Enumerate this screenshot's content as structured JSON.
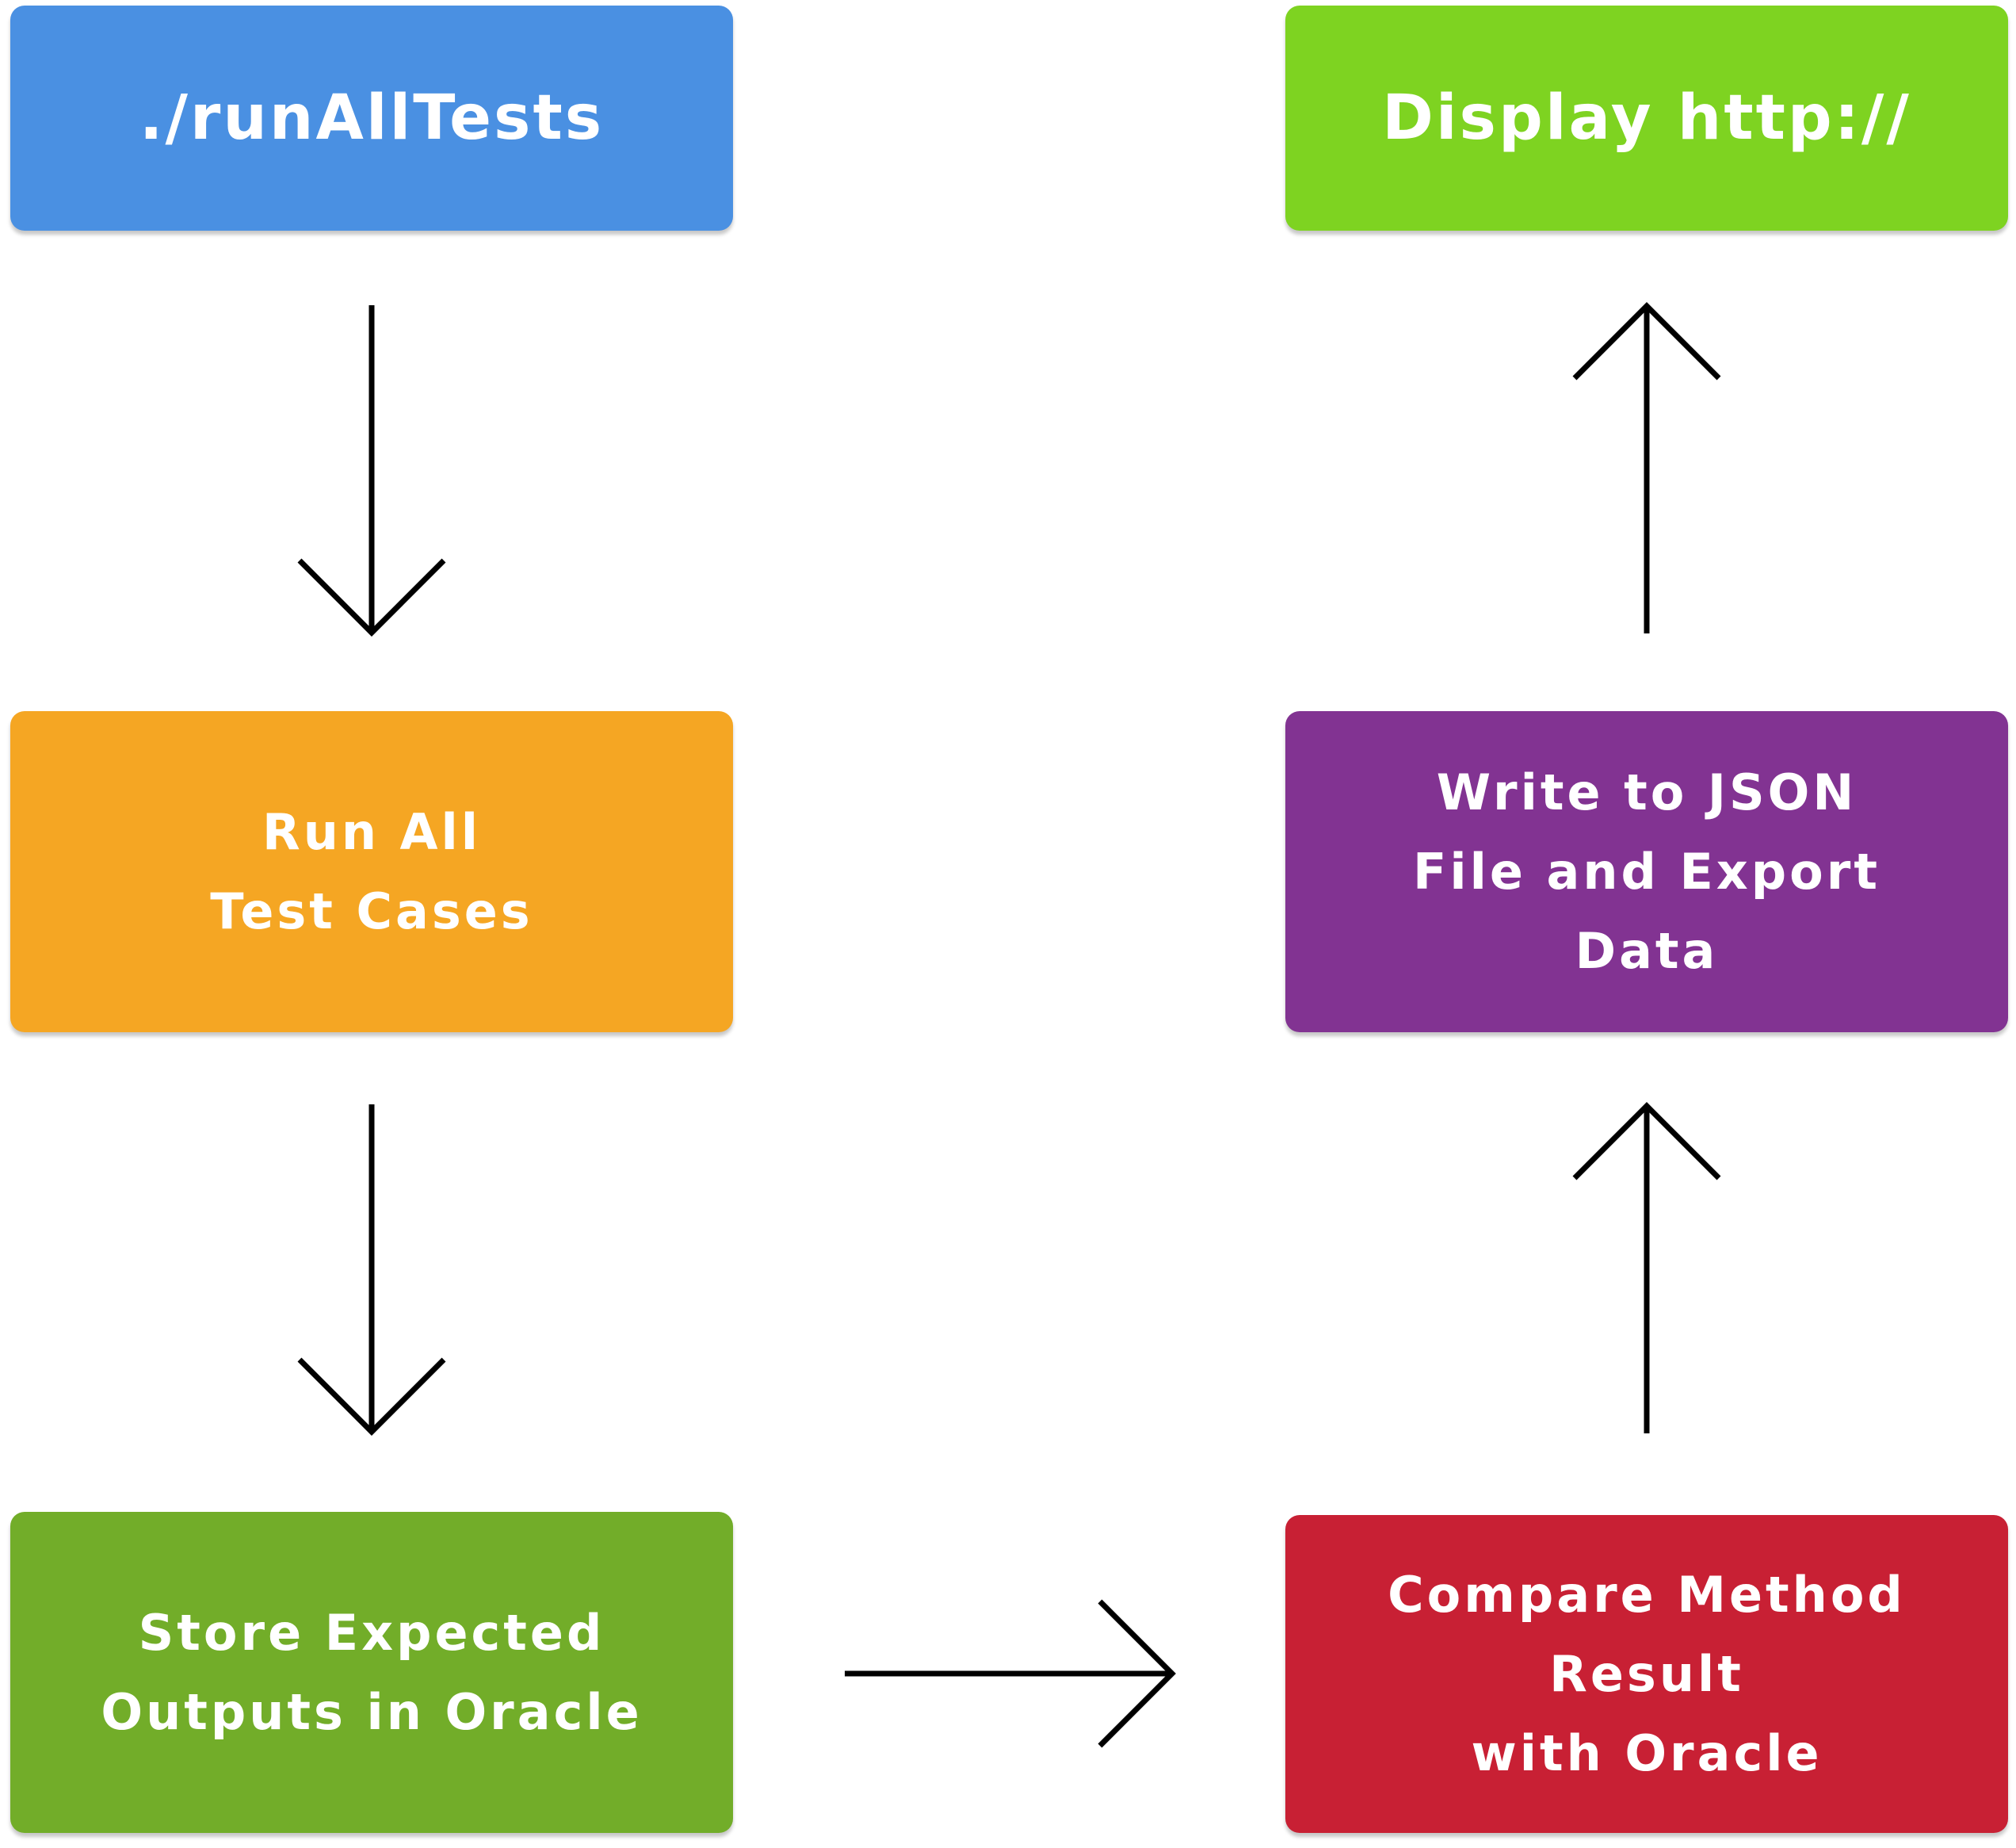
{
  "nodes": {
    "run_all_tests_cmd": {
      "label": "./runAllTests",
      "color": "#4a90e2"
    },
    "run_all_cases": {
      "label": "Run All\nTest Cases",
      "color": "#f5a623"
    },
    "store_expected": {
      "label": "Store Expected\nOutputs in Oracle",
      "color": "#72ad29"
    },
    "compare_result": {
      "label": "Compare Method\nResult\nwith Oracle",
      "color": "#c82034"
    },
    "write_json": {
      "label": "Write to JSON\nFile and Export\nData",
      "color": "#823392"
    },
    "display_http": {
      "label": "Display http://",
      "color": "#7ed321"
    }
  },
  "edges": [
    {
      "from": "run_all_tests_cmd",
      "to": "run_all_cases"
    },
    {
      "from": "run_all_cases",
      "to": "store_expected"
    },
    {
      "from": "store_expected",
      "to": "compare_result"
    },
    {
      "from": "compare_result",
      "to": "write_json"
    },
    {
      "from": "write_json",
      "to": "display_http"
    }
  ],
  "arrow_color": "#000000"
}
